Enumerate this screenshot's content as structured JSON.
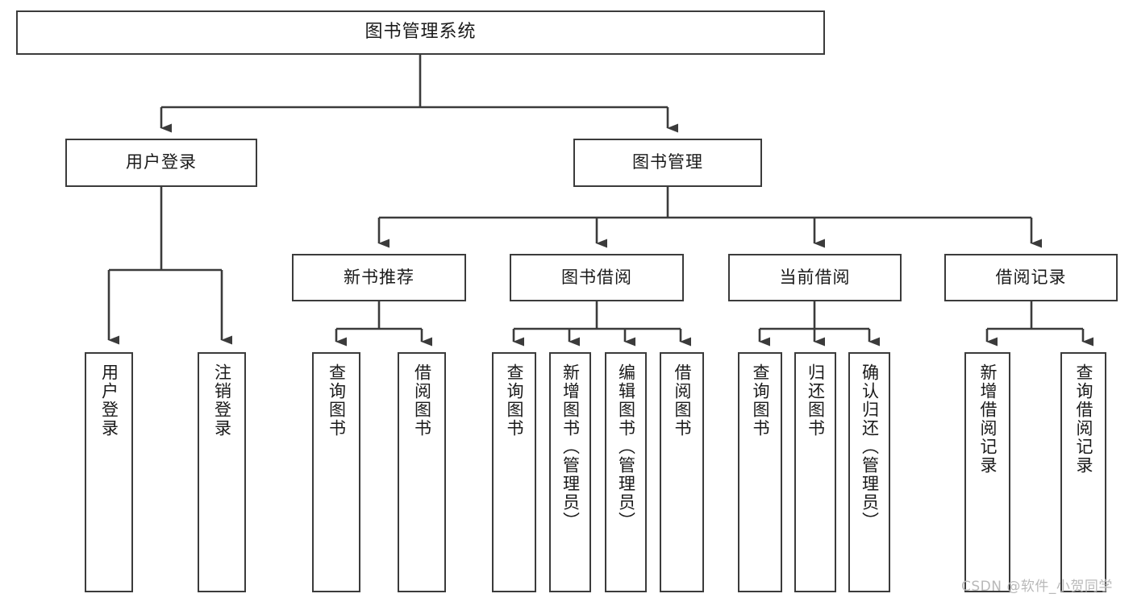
{
  "diagram": {
    "title": "图书管理系统",
    "type": "tree",
    "watermark": "CSDN @软件_小贺同学",
    "colors": {
      "stroke": "#3b3b3b",
      "fill": "#ffffff",
      "text": "#1a1a1a",
      "watermark": "#b9b9b9"
    },
    "nodes": {
      "root": {
        "label": "图书管理系统",
        "orientation": "horizontal"
      },
      "level2": [
        {
          "id": "user-login",
          "label": "用户登录",
          "orientation": "horizontal"
        },
        {
          "id": "book-manage",
          "label": "图书管理",
          "orientation": "horizontal"
        }
      ],
      "level3": [
        {
          "id": "new-book-recommend",
          "label": "新书推荐",
          "orientation": "horizontal",
          "parent": "book-manage"
        },
        {
          "id": "book-borrow",
          "label": "图书借阅",
          "orientation": "horizontal",
          "parent": "book-manage"
        },
        {
          "id": "current-borrow",
          "label": "当前借阅",
          "orientation": "horizontal",
          "parent": "book-manage"
        },
        {
          "id": "borrow-record",
          "label": "借阅记录",
          "orientation": "horizontal",
          "parent": "book-manage"
        }
      ],
      "leaves": [
        {
          "id": "leaf-user-login",
          "label": "用户登录",
          "orientation": "vertical",
          "parent": "user-login"
        },
        {
          "id": "leaf-logout",
          "label": "注销登录",
          "orientation": "vertical",
          "parent": "user-login"
        },
        {
          "id": "leaf-query-book-1",
          "label": "查询图书",
          "orientation": "vertical",
          "parent": "new-book-recommend"
        },
        {
          "id": "leaf-borrow-book-1",
          "label": "借阅图书",
          "orientation": "vertical",
          "parent": "new-book-recommend"
        },
        {
          "id": "leaf-query-book-2",
          "label": "查询图书",
          "orientation": "vertical",
          "parent": "book-borrow"
        },
        {
          "id": "leaf-add-book",
          "label": "新增图书（管理员）",
          "orientation": "vertical",
          "parent": "book-borrow"
        },
        {
          "id": "leaf-edit-book",
          "label": "编辑图书（管理员）",
          "orientation": "vertical",
          "parent": "book-borrow"
        },
        {
          "id": "leaf-borrow-book-2",
          "label": "借阅图书",
          "orientation": "vertical",
          "parent": "book-borrow"
        },
        {
          "id": "leaf-query-book-3",
          "label": "查询图书",
          "orientation": "vertical",
          "parent": "current-borrow"
        },
        {
          "id": "leaf-return-book",
          "label": "归还图书",
          "orientation": "vertical",
          "parent": "current-borrow"
        },
        {
          "id": "leaf-confirm-return",
          "label": "确认归还（管理员）",
          "orientation": "vertical",
          "parent": "current-borrow"
        },
        {
          "id": "leaf-add-record",
          "label": "新增借阅记录",
          "orientation": "vertical",
          "parent": "borrow-record"
        },
        {
          "id": "leaf-query-record",
          "label": "查询借阅记录",
          "orientation": "vertical",
          "parent": "borrow-record"
        }
      ]
    }
  }
}
